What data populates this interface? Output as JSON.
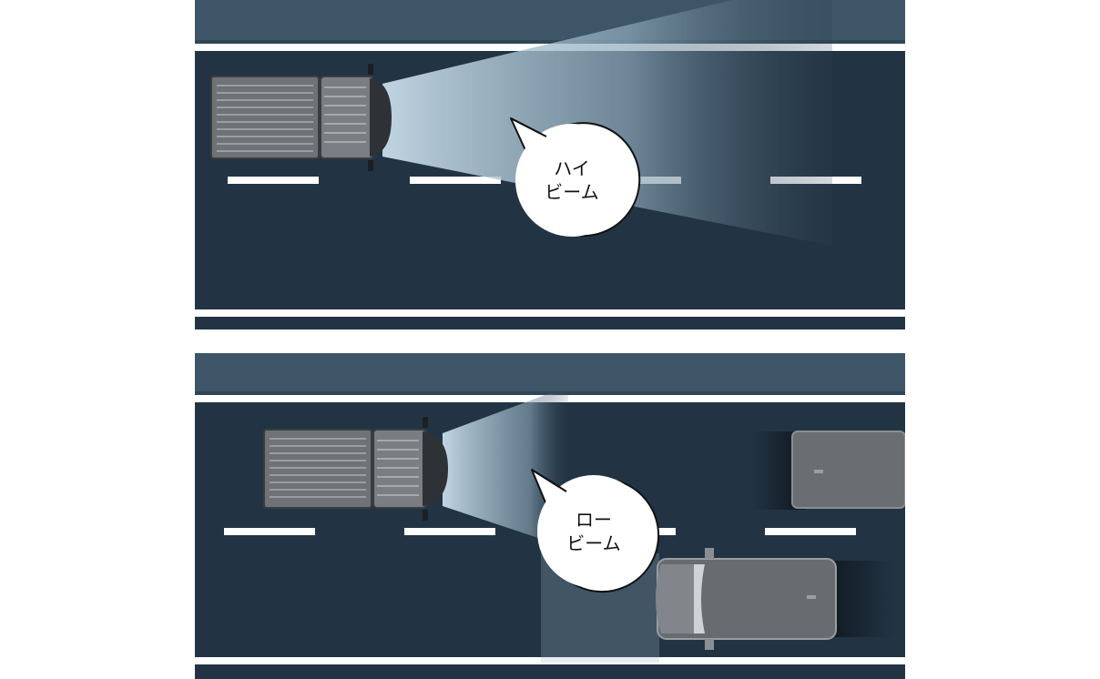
{
  "scenes": [
    {
      "id": "high-beam",
      "bubble_line1": "ハイ",
      "bubble_line2": "ビーム"
    },
    {
      "id": "low-beam",
      "bubble_line1": "ロー",
      "bubble_line2": "ビーム"
    }
  ],
  "colors": {
    "road": "#223444",
    "road_top": "#3d5566",
    "lane_marking": "#ffffff",
    "beam": "#c7dbe8",
    "vehicle": "#6b6e72"
  }
}
